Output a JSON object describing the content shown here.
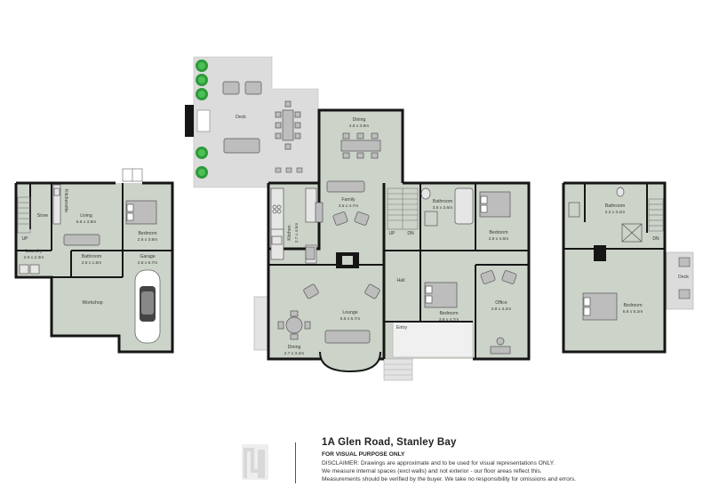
{
  "property": {
    "address": "1A Glen Road, Stanley Bay",
    "purpose": "FOR VISUAL PURPOSE ONLY",
    "disclaimer_lines": [
      "DISCLAIMER:  Drawings are approximate and to be used for visual representations ONLY.",
      "We measure internal spaces (excl walls) and not exterior - our floor areas reflect this.",
      "Measurements should be verified by the buyer. We take no responsibility for omissions and errors."
    ]
  },
  "rooms": {
    "deck_top": {
      "name": "Deck",
      "dims": ""
    },
    "dining_top": {
      "name": "Dining",
      "dims": "4.6 x 3.8m"
    },
    "family": {
      "name": "Family",
      "dims": "3.5 x 4.7m"
    },
    "kitchen": {
      "name": "Kitchen",
      "dims": "2.7 x 4.5m"
    },
    "lounge": {
      "name": "Lounge",
      "dims": "5.5 x 5.7m"
    },
    "dining_bottom": {
      "name": "Dining",
      "dims": "2.7 x 3.2m"
    },
    "hall": {
      "name": "Hall",
      "dims": ""
    },
    "entry": {
      "name": "Entry",
      "dims": ""
    },
    "bathroom_main": {
      "name": "Bathroom",
      "dims": "3.5 x 3.6m"
    },
    "bedroom_main1": {
      "name": "Bedroom",
      "dims": "2.8 x 4.6m"
    },
    "bedroom_main2": {
      "name": "Bedroom",
      "dims": "3.6 x 4.7m"
    },
    "office": {
      "name": "Office",
      "dims": "2.8 x 3.2m"
    },
    "living": {
      "name": "Living",
      "dims": "5.8 x 3.8m"
    },
    "kitchenette": {
      "name": "Kitchenette",
      "dims": ""
    },
    "store": {
      "name": "Store",
      "dims": ""
    },
    "laundry": {
      "name": "Laundry",
      "dims": "2.0 x 2.3m"
    },
    "bathroom_left": {
      "name": "Bathroom",
      "dims": "2.6 x 1.5m"
    },
    "bedroom_left": {
      "name": "Bedroom",
      "dims": "2.6 x 3.8m"
    },
    "garage": {
      "name": "Garage",
      "dims": "2.8 x 5.7m"
    },
    "workshop": {
      "name": "Workshop",
      "dims": ""
    },
    "bathroom_right": {
      "name": "Bathroom",
      "dims": "2.2 x 3.2m"
    },
    "bedroom_right": {
      "name": "Bedroom",
      "dims": "5.6 x 5.2m"
    },
    "deck_right": {
      "name": "Deck",
      "dims": ""
    }
  },
  "stair_tags": {
    "up_left": "UP",
    "up_main": "UP",
    "dn_main": "DN",
    "dn_right": "DN"
  },
  "colors": {
    "room_fill": "#ccd3c9",
    "wall": "#151515",
    "deck_fill": "#dcdcdc",
    "plant": "#2f9a3a",
    "text": "#3a3a3a"
  }
}
